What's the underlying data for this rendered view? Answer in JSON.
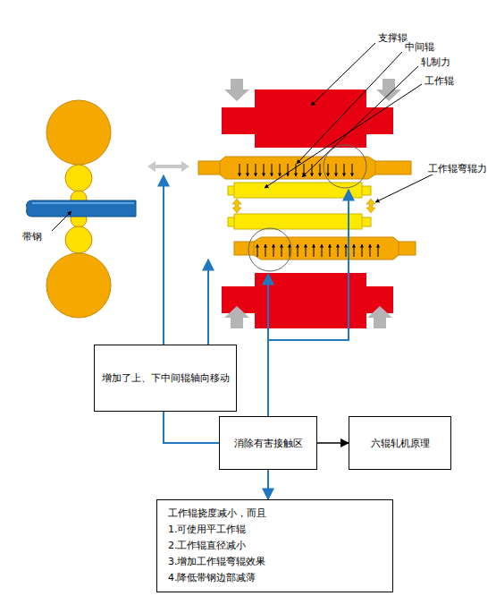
{
  "diagram": {
    "nodes": [
      {
        "text": [
          "增加了上、下中间辊轴向移动"
        ]
      },
      {
        "text": [
          "消除有害接触区"
        ]
      },
      {
        "text": [
          "六辊轧机原理"
        ]
      },
      {
        "text": [
          "工作辊挠度减小，而且",
          "1.可使用平工作辊",
          "2.工作辊直径减小",
          "3.增加工作辊弯辊效果",
          "4.降低带钢边部减薄"
        ]
      }
    ],
    "edges": [
      {
        "from": 1,
        "to": 0,
        "arrow": "none"
      },
      {
        "from": 1,
        "to": 2,
        "arrow": "to"
      },
      {
        "from": 1,
        "to": 3,
        "arrow": "to"
      }
    ],
    "labels": [
      "支撑辊",
      "中间辊",
      "轧制力",
      "工作辊",
      "工作辊弯辊力",
      "带钢"
    ]
  }
}
